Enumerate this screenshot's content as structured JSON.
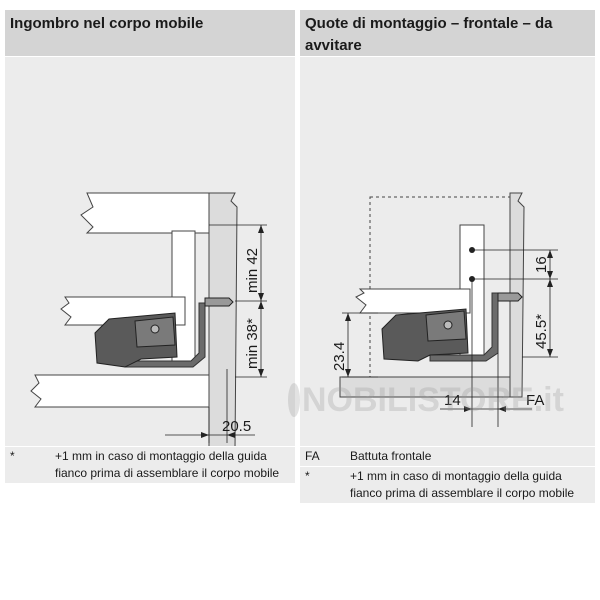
{
  "left_panel": {
    "title": "Ingombro nel corpo mobile",
    "dimensions": {
      "min42": "min 42",
      "min38": "min 38*",
      "d20_5": "20.5"
    },
    "notes": [
      {
        "symbol": "*",
        "text": "+1 mm in caso di montaggio della guida fianco prima di assemblare il corpo mobile"
      }
    ]
  },
  "right_panel": {
    "title": "Quote di montaggio – frontale – da avvitare",
    "dimensions": {
      "d16": "16",
      "d45_5": "45.5*",
      "d23_4": "23.4",
      "d14": "14",
      "fa": "FA"
    },
    "notes": [
      {
        "symbol": "FA",
        "text": "Battuta frontale"
      },
      {
        "symbol": "*",
        "text": "+1 mm in caso di montaggio della guida fianco prima di assemblare il corpo mobile"
      }
    ]
  },
  "watermark": {
    "text": "NOBILISTORE.it",
    "letter": "O"
  },
  "colors": {
    "header_bg": "#d4d4d4",
    "panel_bg": "#ececec",
    "cabinet": "#dcdcdc",
    "runner": "#6b6b6b"
  }
}
